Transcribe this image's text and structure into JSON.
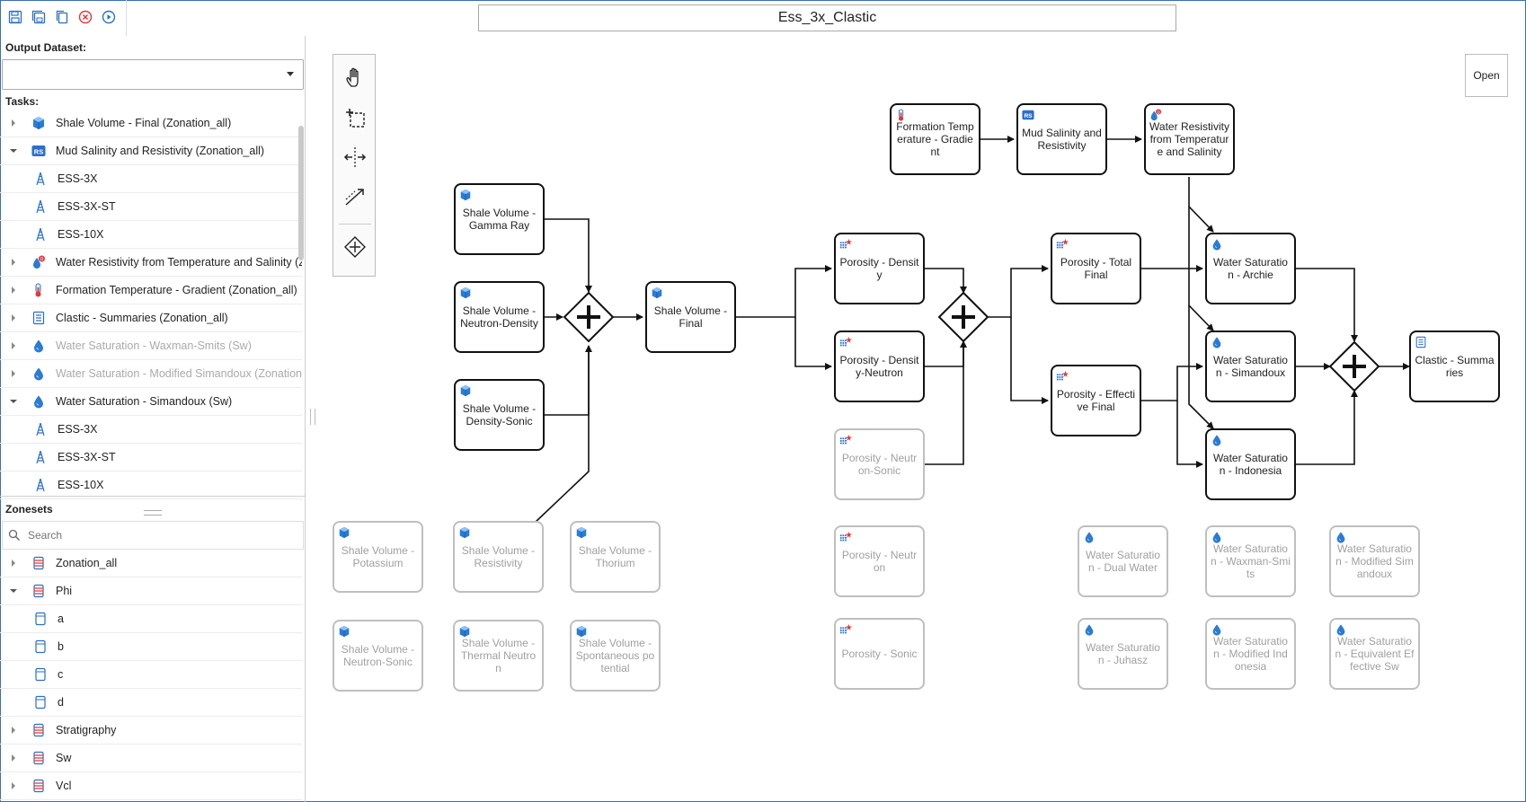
{
  "toolbar": {
    "icons": [
      "save-icon",
      "save-all-icon",
      "copy-icon",
      "delete-icon",
      "run-icon"
    ]
  },
  "left": {
    "output_label": "Output Dataset:",
    "output_value": "",
    "tasks_label": "Tasks:",
    "tasks": [
      {
        "label": "Shale Volume - Final (Zonation_all)",
        "icon": "shale-icon",
        "arrow": "right",
        "child": false,
        "dim": false
      },
      {
        "label": "Mud Salinity and Resistivity (Zonation_all)",
        "icon": "rs-icon",
        "arrow": "down",
        "child": false,
        "dim": false
      },
      {
        "label": "ESS-3X",
        "icon": "well-icon",
        "child": true
      },
      {
        "label": "ESS-3X-ST",
        "icon": "well-icon",
        "child": true
      },
      {
        "label": "ESS-10X",
        "icon": "well-icon",
        "child": true
      },
      {
        "label": "Water Resistivity from Temperature and Salinity (Zo",
        "icon": "water-resistivity-icon",
        "arrow": "right",
        "child": false,
        "dim": false
      },
      {
        "label": "Formation Temperature - Gradient (Zonation_all)",
        "icon": "thermometer-icon",
        "arrow": "right",
        "child": false,
        "dim": false
      },
      {
        "label": "Clastic - Summaries (Zonation_all)",
        "icon": "summary-icon",
        "arrow": "right",
        "child": false,
        "dim": false
      },
      {
        "label": "Water Saturation - Waxman-Smits (Sw)",
        "icon": "drop-icon",
        "arrow": "right",
        "child": false,
        "dim": true
      },
      {
        "label": "Water Saturation - Modified Simandoux (Zonation_",
        "icon": "drop-icon",
        "arrow": "right",
        "child": false,
        "dim": true
      },
      {
        "label": "Water Saturation - Simandoux (Sw)",
        "icon": "drop-icon",
        "arrow": "down",
        "child": false,
        "dim": false
      },
      {
        "label": "ESS-3X",
        "icon": "well-icon",
        "child": true
      },
      {
        "label": "ESS-3X-ST",
        "icon": "well-icon",
        "child": true
      },
      {
        "label": "ESS-10X",
        "icon": "well-icon",
        "child": true
      }
    ],
    "zonesets_label": "Zonesets",
    "search_placeholder": "Search",
    "zonesets": [
      {
        "label": "Zonation_all",
        "arrow": "right",
        "child": false
      },
      {
        "label": "Phi",
        "arrow": "down",
        "child": false
      },
      {
        "label": "a",
        "child": true
      },
      {
        "label": "b",
        "child": true
      },
      {
        "label": "c",
        "child": true
      },
      {
        "label": "d",
        "child": true
      },
      {
        "label": "Stratigraphy",
        "arrow": "right",
        "child": false
      },
      {
        "label": "Sw",
        "arrow": "right",
        "child": false
      },
      {
        "label": "Vcl",
        "arrow": "right",
        "child": false
      }
    ]
  },
  "canvas": {
    "title": "Ess_3x_Clastic",
    "open_label": "Open",
    "palette": [
      "hand-tool-icon",
      "lasso-select-icon",
      "space-tool-icon",
      "connect-tool-icon",
      "gateway-tool-icon"
    ],
    "nodes": {
      "sv_gamma": {
        "label": "Shale Volume - Gamma Ray",
        "icon": "shale",
        "dim": false
      },
      "sv_neutron_density": {
        "label": "Shale Volume - Neutron-Density",
        "icon": "shale",
        "dim": false
      },
      "sv_density_sonic": {
        "label": "Shale Volume - Density-Sonic",
        "icon": "shale",
        "dim": false
      },
      "sv_final": {
        "label": "Shale Volume - Final",
        "icon": "shale",
        "dim": false
      },
      "por_density": {
        "label": "Porosity - Density",
        "icon": "porosity",
        "dim": false
      },
      "por_density_neutron": {
        "label": "Porosity - Density-Neutron",
        "icon": "porosity",
        "dim": false
      },
      "por_neutron_sonic": {
        "label": "Porosity - Neutron-Sonic",
        "icon": "porosity",
        "dim": true
      },
      "por_total": {
        "label": "Porosity - Total Final",
        "icon": "porosity",
        "dim": false
      },
      "por_effective": {
        "label": "Porosity - Effective Final",
        "icon": "porosity",
        "dim": false
      },
      "form_temp": {
        "label": "Formation Temperature - Gradient",
        "icon": "thermo",
        "dim": false
      },
      "mud_sal": {
        "label": "Mud Salinity and Resistivity",
        "icon": "rs",
        "dim": false
      },
      "water_res": {
        "label": "Water Resistivity from Temperature and Salinity",
        "icon": "waterres",
        "dim": false
      },
      "sw_archie": {
        "label": "Water Saturation - Archie",
        "icon": "drop",
        "dim": false
      },
      "sw_simandoux": {
        "label": "Water Saturation - Simandoux",
        "icon": "drop",
        "dim": false
      },
      "sw_indonesia": {
        "label": "Water Saturation - Indonesia",
        "icon": "drop",
        "dim": false
      },
      "clastic_sum": {
        "label": "Clastic - Summaries",
        "icon": "summary",
        "dim": false
      },
      "sv_potassium": {
        "label": "Shale Volume - Potassium",
        "icon": "shale",
        "dim": true
      },
      "sv_resistivity": {
        "label": "Shale Volume - Resistivity",
        "icon": "shale",
        "dim": true
      },
      "sv_thorium": {
        "label": "Shale Volume - Thorium",
        "icon": "shale",
        "dim": true
      },
      "sv_neutron_sonic": {
        "label": "Shale Volume - Neutron-Sonic",
        "icon": "shale",
        "dim": true
      },
      "sv_thermal": {
        "label": "Shale Volume - Thermal Neutron",
        "icon": "shale",
        "dim": true
      },
      "sv_sp": {
        "label": "Shale Volume - Spontaneous potential",
        "icon": "shale",
        "dim": true
      },
      "por_neutron": {
        "label": "Porosity - Neutron",
        "icon": "porosity",
        "dim": true
      },
      "por_sonic": {
        "label": "Porosity - Sonic",
        "icon": "porosity",
        "dim": true
      },
      "sw_dual": {
        "label": "Water Saturation - Dual Water",
        "icon": "drop",
        "dim": true
      },
      "sw_waxman": {
        "label": "Water Saturation - Waxman-Smits",
        "icon": "drop",
        "dim": true
      },
      "sw_modsim": {
        "label": "Water Saturation - Modified Simandoux",
        "icon": "drop",
        "dim": true
      },
      "sw_juhasz": {
        "label": "Water Saturation - Juhasz",
        "icon": "drop",
        "dim": true
      },
      "sw_modindo": {
        "label": "Water Saturation - Modified Indonesia",
        "icon": "drop",
        "dim": true
      },
      "sw_equiv": {
        "label": "Water Saturation - Equivalent Effective Sw",
        "icon": "drop",
        "dim": true
      }
    }
  }
}
